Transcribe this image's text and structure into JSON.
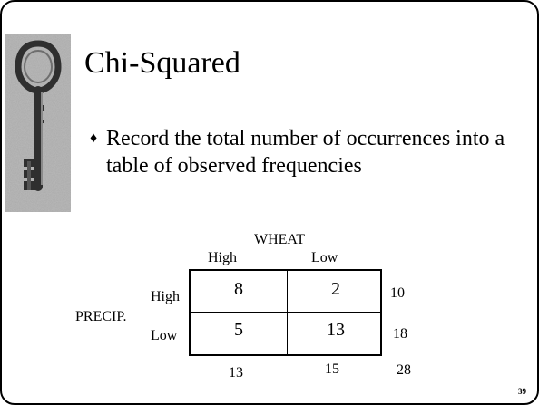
{
  "slide": {
    "title": "Chi-Squared",
    "bullet": "Record the total number of occurrences into a table of observed frequencies",
    "page_number": "39"
  },
  "decor": {
    "image": "skeleton-key-icon"
  },
  "table": {
    "column_variable": "WHEAT",
    "row_variable": "PRECIP.",
    "column_headers": [
      "High",
      "Low"
    ],
    "row_headers": [
      "High",
      "Low"
    ],
    "cells": [
      [
        "8",
        "2"
      ],
      [
        "5",
        "13"
      ]
    ],
    "row_totals": [
      "10",
      "18"
    ],
    "column_totals": [
      "13",
      "15"
    ],
    "grand_total": "28"
  }
}
